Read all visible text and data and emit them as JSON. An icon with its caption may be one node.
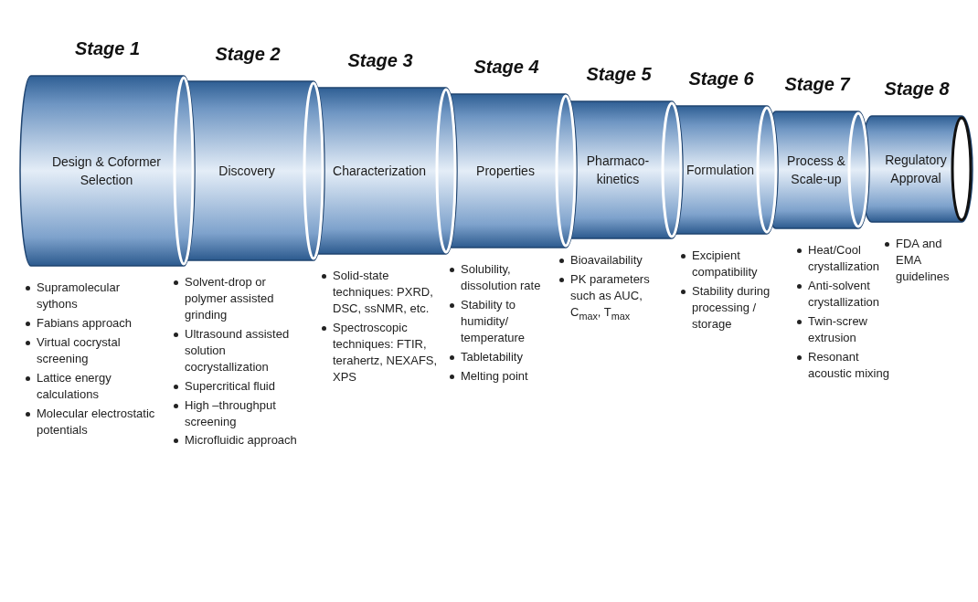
{
  "diagram": {
    "nodes": [
      {
        "text": [
          "Stage 1",
          "Design & Coformer Selection"
        ],
        "beside": [
          "Supramolecular sythons",
          "Fabians approach",
          "Virtual cocrystal screening",
          "Lattice energy calculations",
          "Molecular electrostatic potentials"
        ]
      },
      {
        "text": [
          "Stage 2",
          "Discovery"
        ],
        "beside": [
          "Solvent-drop or polymer assisted grinding",
          "Ultrasound assisted solution cocrystallization",
          "Supercritical fluid",
          "High –throughput screening",
          "Microfluidic approach"
        ]
      },
      {
        "text": [
          "Stage 3",
          "Characterization"
        ],
        "beside": [
          "Solid-state techniques: PXRD, DSC, ssNMR, etc.",
          "Spectroscopic techniques: FTIR, terahertz, NEXAFS, XPS"
        ]
      },
      {
        "text": [
          "Stage 4",
          "Properties"
        ],
        "beside": [
          "Solubility, dissolution rate",
          "Stability to humidity/ temperature",
          "Tabletability",
          "Melting point"
        ]
      },
      {
        "text": [
          "Stage 5",
          "Pharmaco- kinetics"
        ],
        "beside": [
          "Bioavailability",
          "PK parameters such as AUC, C$_{max}$, T$_{max}$"
        ]
      },
      {
        "text": [
          "Stage 6",
          "Formulation"
        ],
        "beside": [
          "Excipient compatibility",
          "Stability during processing / storage"
        ]
      },
      {
        "text": [
          "Stage 7",
          "Process & Scale-up"
        ],
        "beside": [
          "Heat/Cool crystallization",
          "Anti-solvent crystallization",
          "Twin-screw extrusion",
          "Resonant acoustic mixing"
        ]
      },
      {
        "text": [
          "Stage 8",
          "Regulatory Approval"
        ],
        "beside": [
          "FDA and EMA guidelines"
        ]
      }
    ]
  }
}
